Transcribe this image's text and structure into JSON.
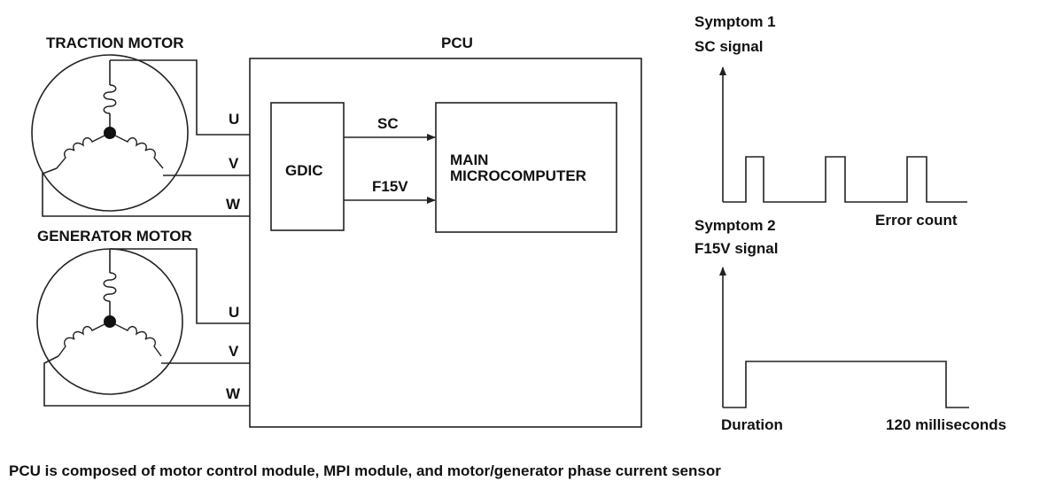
{
  "motors": {
    "traction": {
      "title": "TRACTION MOTOR",
      "u": "U",
      "v": "V",
      "w": "W"
    },
    "generator": {
      "title": "GENERATOR MOTOR",
      "u": "U",
      "v": "V",
      "w": "W"
    }
  },
  "pcu": {
    "title": "PCU",
    "gdic_label": "GDIC",
    "main_line1": "MAIN",
    "main_line2": "MICROCOMPUTER",
    "signal_sc": "SC",
    "signal_f15v": "F15V"
  },
  "symptom1": {
    "title": "Symptom 1",
    "subtitle": "SC signal",
    "x_label": "Error count",
    "pulses": 3
  },
  "symptom2": {
    "title": "Symptom 2",
    "subtitle": "F15V signal",
    "x_label_left": "Duration",
    "x_label_right": "120 milliseconds"
  },
  "caption": "PCU is composed of motor control module, MPI module, and motor/generator phase current sensor"
}
